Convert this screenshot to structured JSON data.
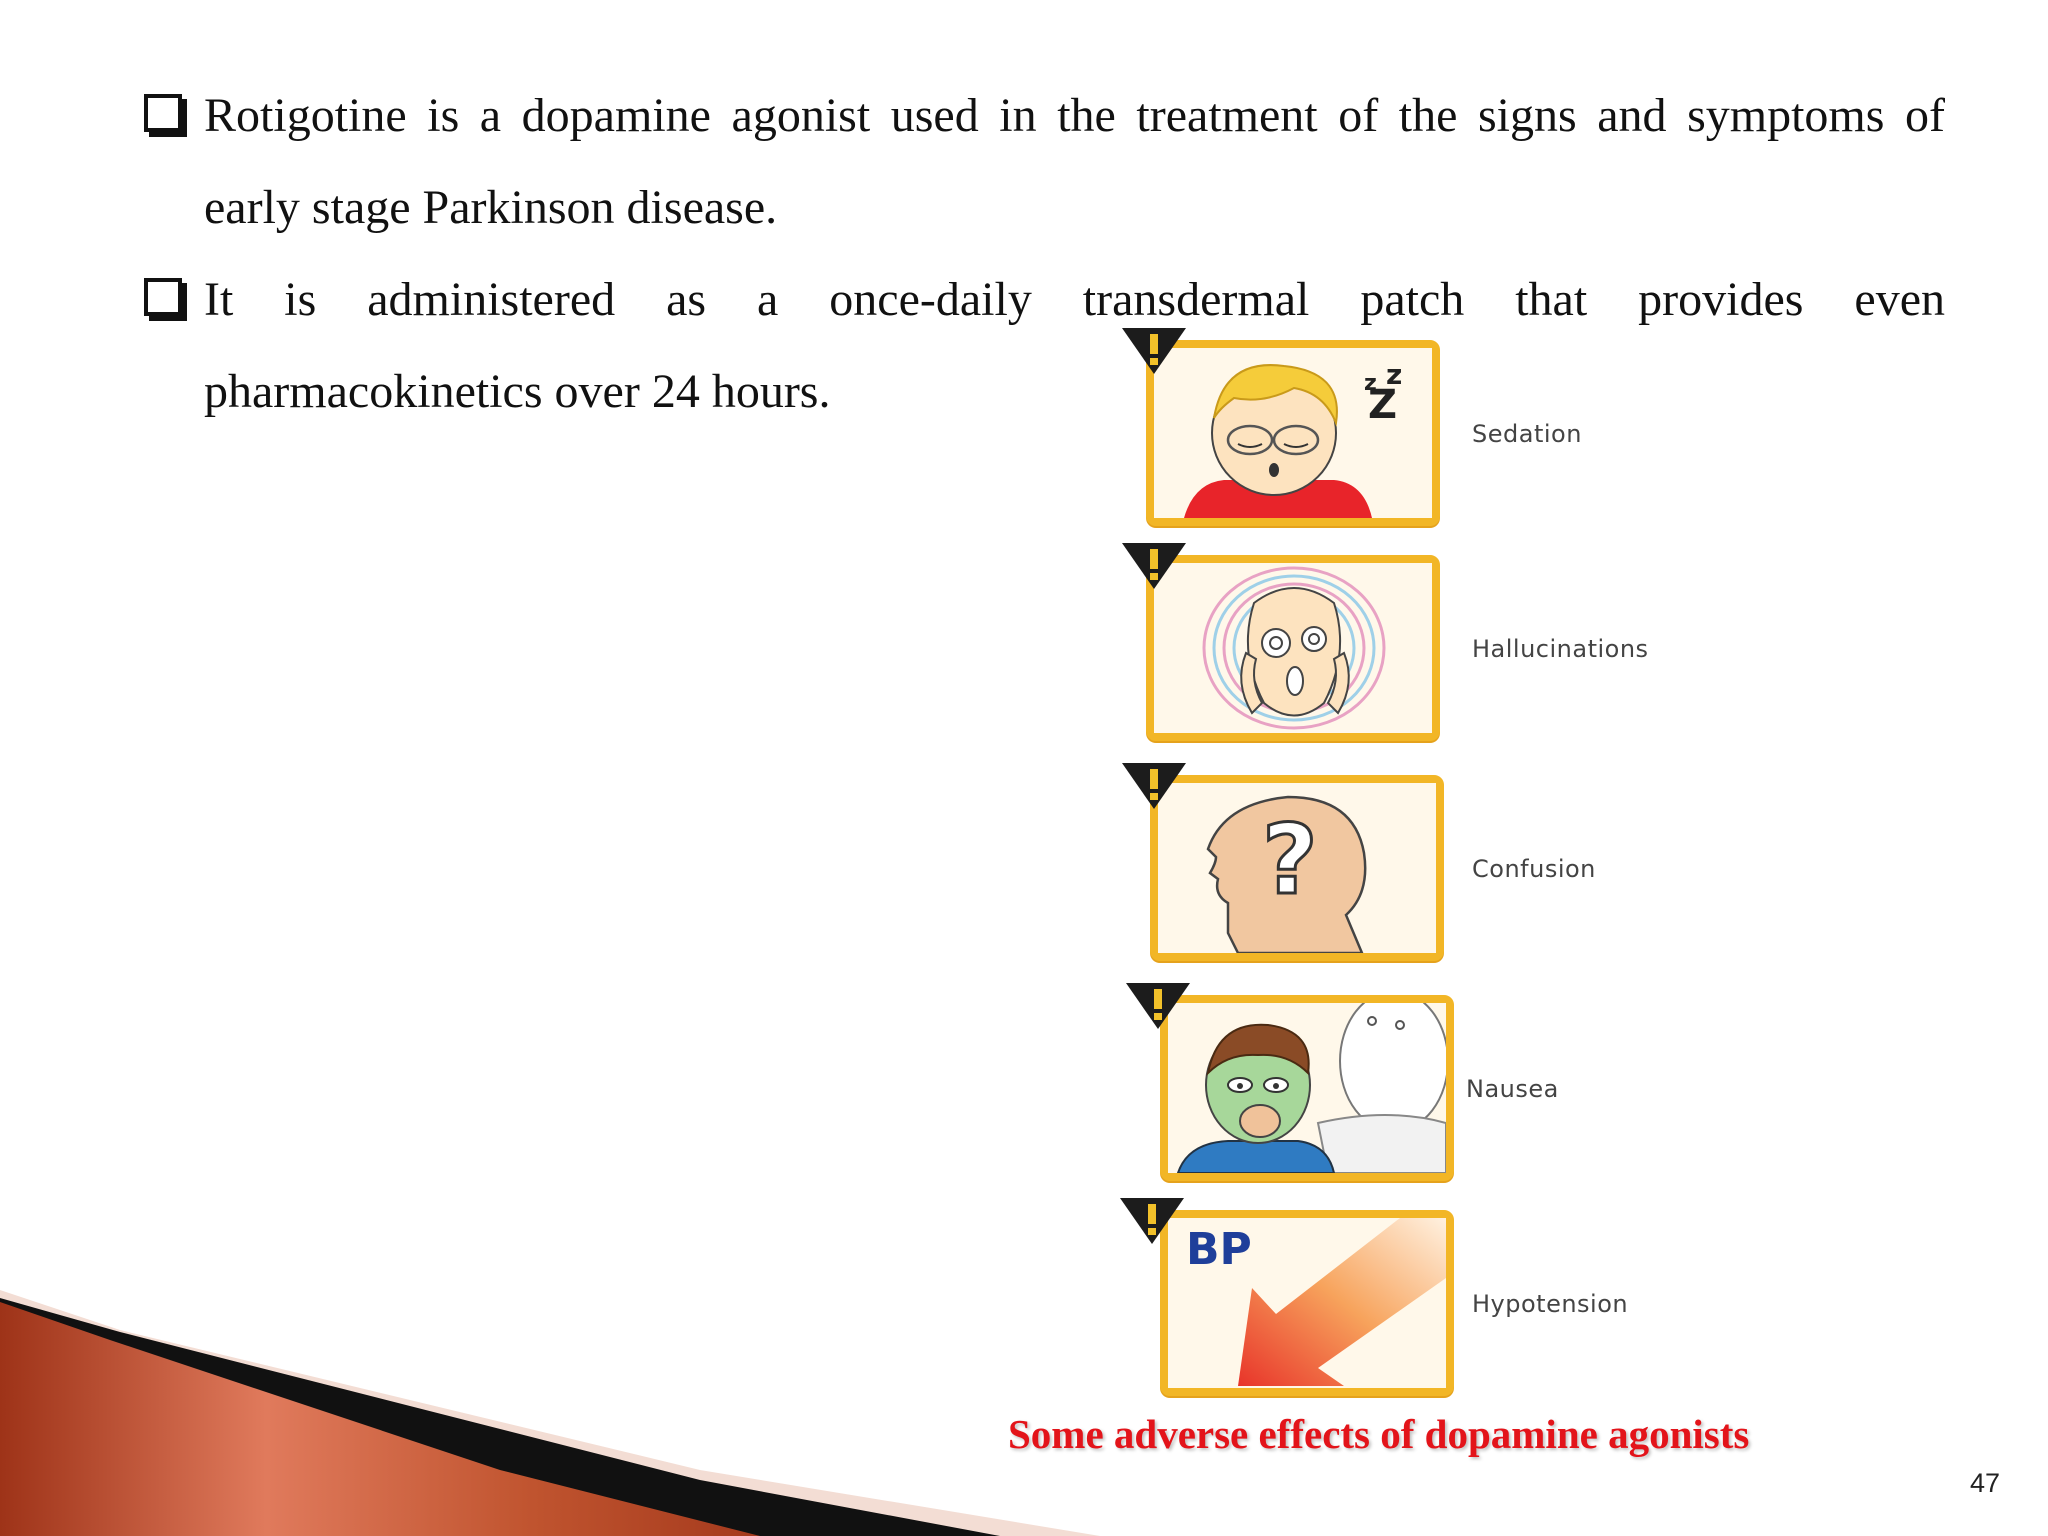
{
  "bullets": [
    {
      "line1": "Rotigotine is a dopamine agonist used in the treatment of the signs and symptoms of",
      "line2": "early stage Parkinson disease."
    },
    {
      "line1": "It is administered as a once-daily transdermal patch that provides even",
      "line2": "pharmacokinetics over 24 hours."
    }
  ],
  "effects": [
    {
      "label": "Sedation",
      "icon": "sleeping-face-icon"
    },
    {
      "label": "Hallucinations",
      "icon": "hallucination-face-icon"
    },
    {
      "label": "Confusion",
      "icon": "question-head-icon"
    },
    {
      "label": "Nausea",
      "icon": "nausea-face-icon"
    },
    {
      "label": "Hypotension",
      "icon": "bp-down-arrow-icon",
      "icon_text": "BP"
    }
  ],
  "caption": "Some adverse effects of dopamine agonists",
  "page_number": "47",
  "colors": {
    "caption": "#e3141a",
    "card_border": "#f2b626",
    "accent_bar": "#c0542f"
  }
}
